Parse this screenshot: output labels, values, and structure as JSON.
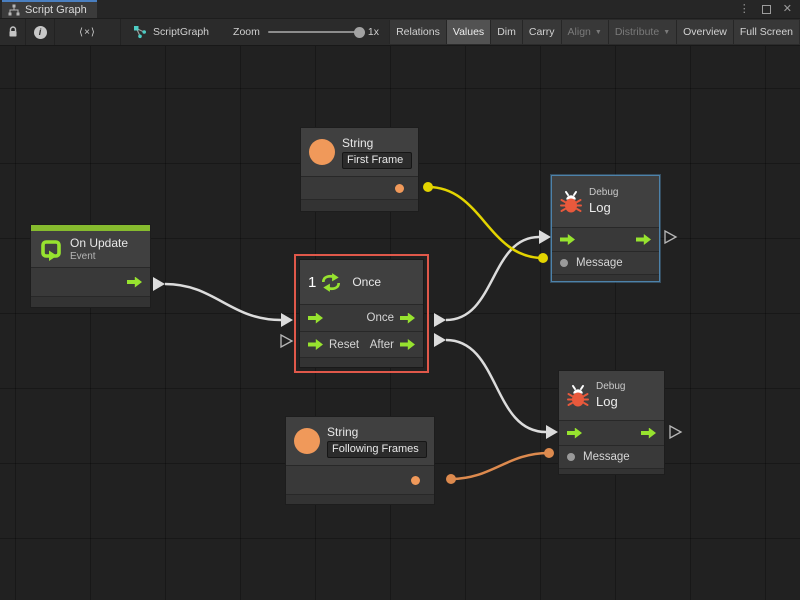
{
  "window": {
    "tab": {
      "title": "Script Graph"
    },
    "controls": {
      "menu": "⋮",
      "close": "✕"
    }
  },
  "toolbar": {
    "code_button": "⟨×⟩",
    "graph_name": "ScriptGraph",
    "zoom": {
      "label": "Zoom",
      "value": "1x"
    },
    "caret": "▼",
    "buttons": [
      {
        "label": "Relations",
        "state": "normal"
      },
      {
        "label": "Values",
        "state": "active"
      },
      {
        "label": "Dim",
        "state": "normal"
      },
      {
        "label": "Carry",
        "state": "normal"
      },
      {
        "label": "Align",
        "state": "disabled",
        "dropdown": true
      },
      {
        "label": "Distribute",
        "state": "disabled",
        "dropdown": true
      },
      {
        "label": "Overview",
        "state": "normal"
      },
      {
        "label": "Full Screen",
        "state": "normal"
      }
    ]
  },
  "graph": {
    "nodes": {
      "on_update": {
        "title": "On Update",
        "subtitle": "Event"
      },
      "string_first": {
        "title": "String",
        "value": "First Frame"
      },
      "once": {
        "badge": "1",
        "title": "Once",
        "out_once": "Once",
        "in_reset": "Reset",
        "out_after": "After"
      },
      "string_following": {
        "title": "String",
        "value": "Following Frames"
      },
      "debug_top": {
        "category": "Debug",
        "title": "Log",
        "input": "Message"
      },
      "debug_bottom": {
        "category": "Debug",
        "title": "Log",
        "input": "Message"
      }
    },
    "selected_node": "Once",
    "highlighted_node": "Debug Log (top)"
  },
  "colors": {
    "accent_green": "#97e32f",
    "event_green": "#86bb2e",
    "value_orange": "#f0995a",
    "bug_orange": "#e8593c",
    "selection_red": "#e0584a",
    "highlight_blue": "#4d82aa",
    "wire_white": "#dcdcdc",
    "wire_yellow": "#e3d400",
    "wire_orange": "#dd8a4e",
    "port_gray": "#9a9a9a"
  }
}
